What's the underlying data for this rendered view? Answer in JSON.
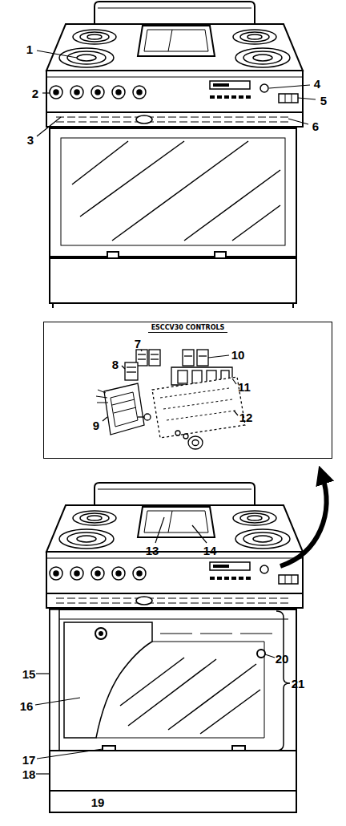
{
  "diagram": {
    "nodes": [
      {
        "text": [
          "ESCCV30 CONTROLS"
        ]
      }
    ],
    "labels": [
      "1",
      "2",
      "3",
      "4",
      "5",
      "6",
      "7",
      "8",
      "9",
      "10",
      "11",
      "12",
      "13",
      "14",
      "15",
      "16",
      "17",
      "18",
      "19",
      "20",
      "21"
    ]
  }
}
